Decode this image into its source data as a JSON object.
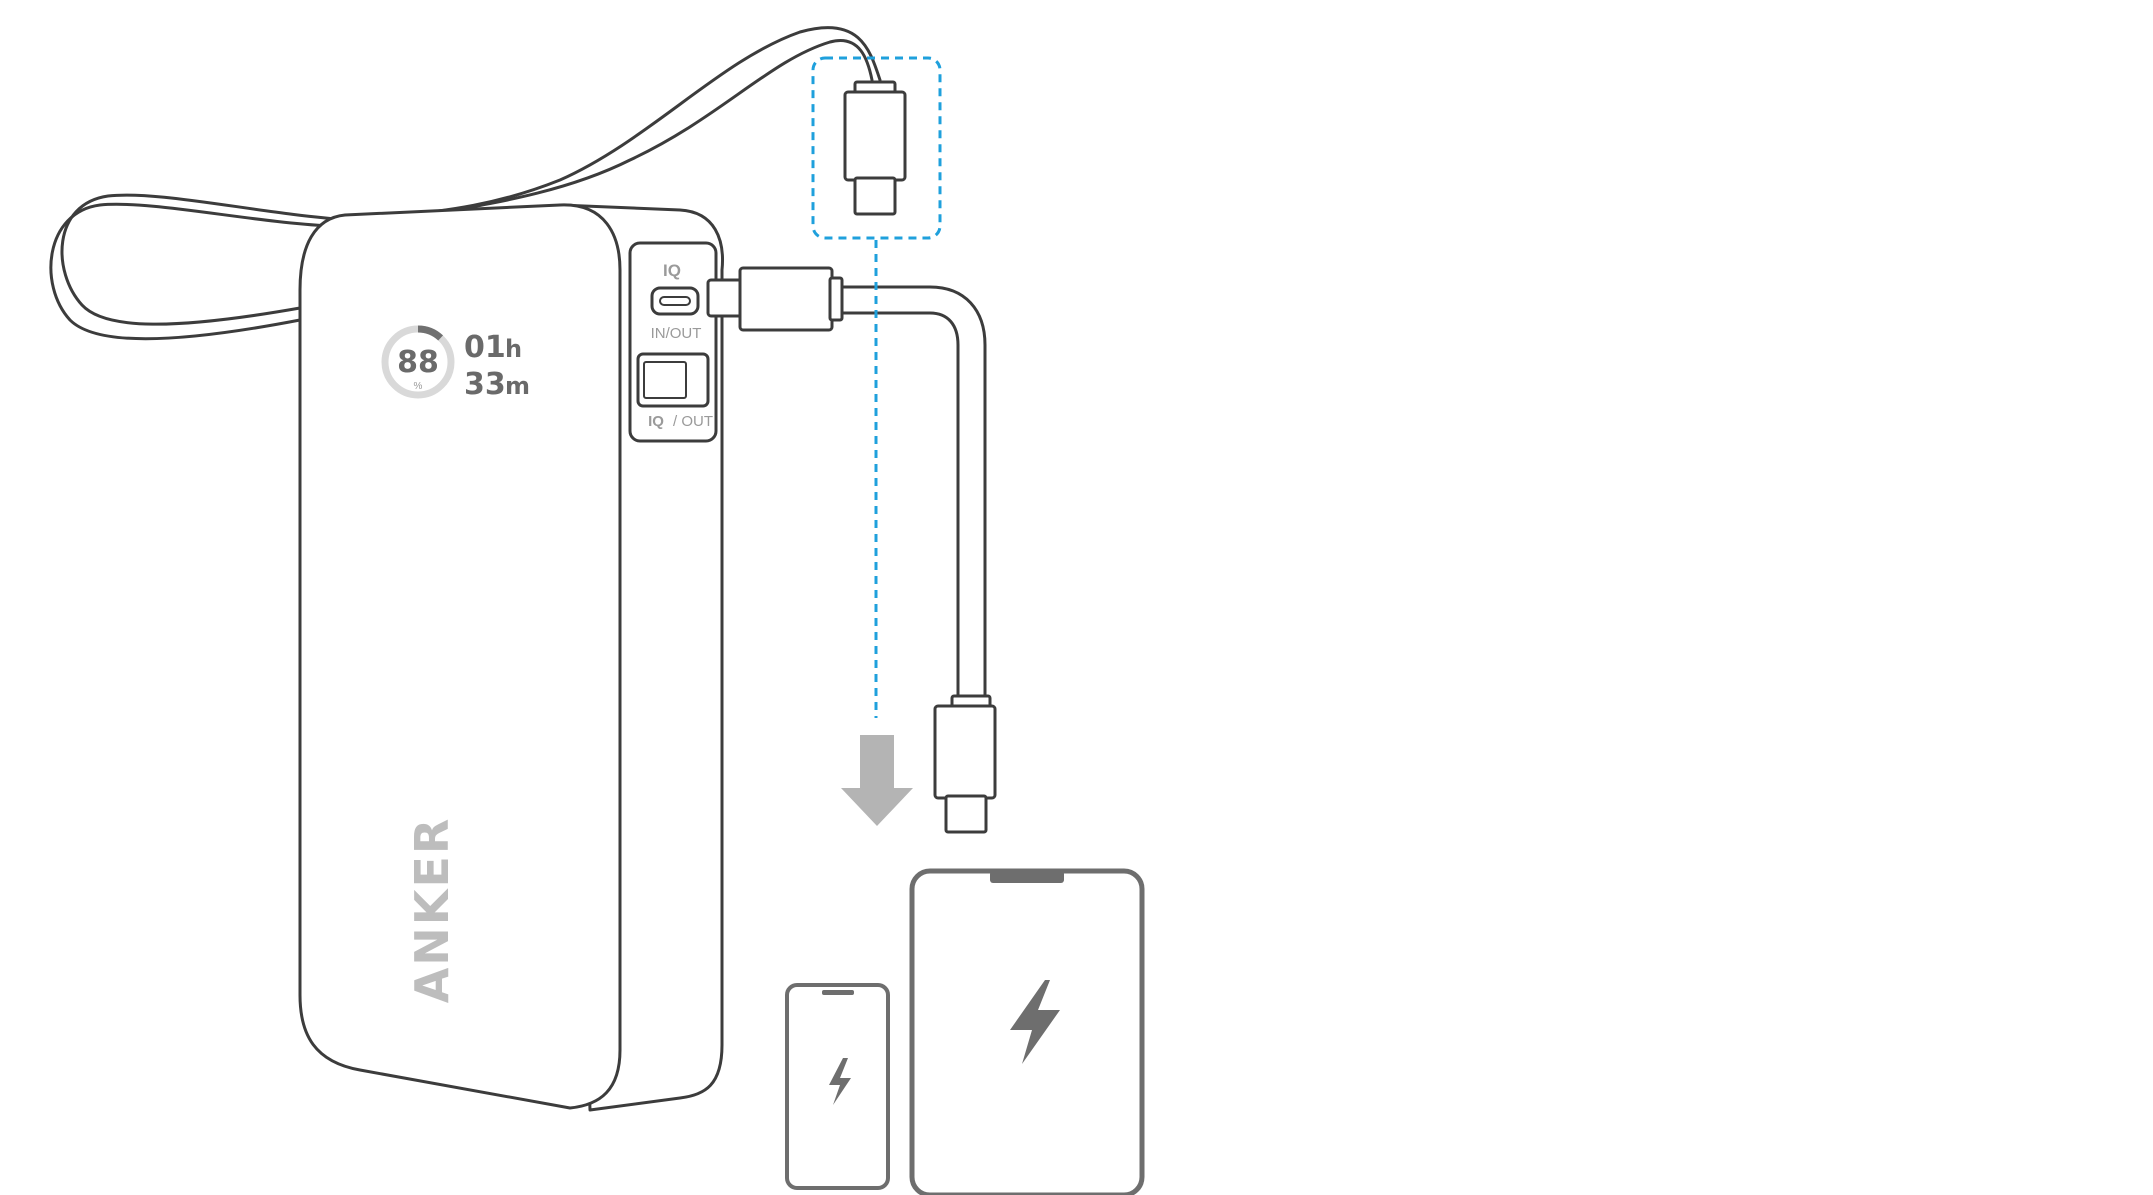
{
  "display": {
    "battery_percent": "88",
    "percent_sign": "%",
    "hours": "01",
    "hours_unit": "h",
    "minutes": "33",
    "minutes_unit": "m",
    "battery_level": 0.88
  },
  "ports": {
    "usb_c_label": "IN/OUT",
    "usb_a_label": "/ OUT",
    "iq_badge": "IQ"
  },
  "brand": {
    "logo_text": "ANKER"
  },
  "colors": {
    "line": "#3c3c3c",
    "highlight_dash": "#1fa0dc",
    "arrow": "#b4b4b4",
    "device": "#6e6e6e",
    "ring_track": "#d9d9d9",
    "ring_fill": "#707070"
  },
  "icons": {
    "phone": "lightning-bolt-icon",
    "tablet": "lightning-bolt-icon",
    "direction": "arrow-down-icon"
  }
}
